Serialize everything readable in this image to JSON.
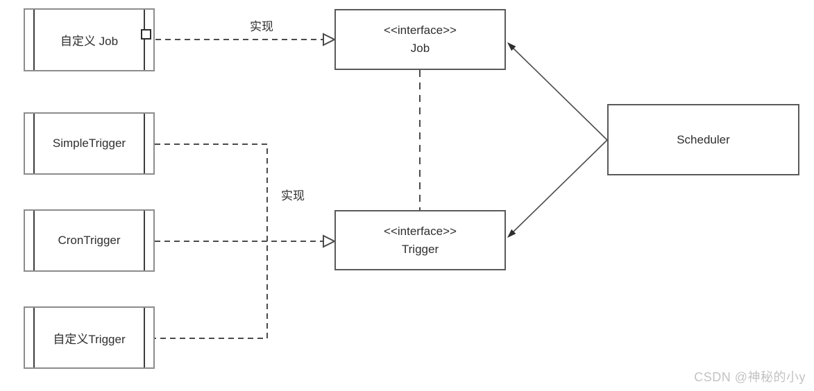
{
  "diagram": {
    "nodes": {
      "custom_job": {
        "label": "自定义 Job"
      },
      "simple_trigger": {
        "label": "SimpleTrigger"
      },
      "cron_trigger": {
        "label": "CronTrigger"
      },
      "custom_trigger": {
        "label": "自定义Trigger"
      },
      "job_interface": {
        "stereotype": "<<interface>>",
        "name": "Job"
      },
      "trigger_interface": {
        "stereotype": "<<interface>>",
        "name": "Trigger"
      },
      "scheduler": {
        "label": "Scheduler"
      }
    },
    "edge_labels": {
      "job_realization": "实现",
      "trigger_realization": "实现"
    },
    "edges": [
      {
        "from": "custom_job",
        "to": "job_interface",
        "type": "realization",
        "label": "实现"
      },
      {
        "from": "simple_trigger",
        "to": "trigger_interface",
        "type": "realization"
      },
      {
        "from": "cron_trigger",
        "to": "trigger_interface",
        "type": "realization",
        "label": "实现"
      },
      {
        "from": "custom_trigger",
        "to": "trigger_interface",
        "type": "realization"
      },
      {
        "from": "job_interface",
        "to": "trigger_interface",
        "type": "dashed-link"
      },
      {
        "from": "scheduler",
        "to": "job_interface",
        "type": "association-arrow"
      },
      {
        "from": "scheduler",
        "to": "trigger_interface",
        "type": "association-arrow"
      }
    ]
  },
  "watermark": "CSDN @神秘的小y",
  "colors": {
    "bg": "#ffffff",
    "box-border": "#595959",
    "comp-outer": "#8c8c8c",
    "comp-bar": "#3c3c3c",
    "line": "#4a4a4a",
    "text": "#2e2e2e",
    "watermark": "#c3c3c3"
  }
}
